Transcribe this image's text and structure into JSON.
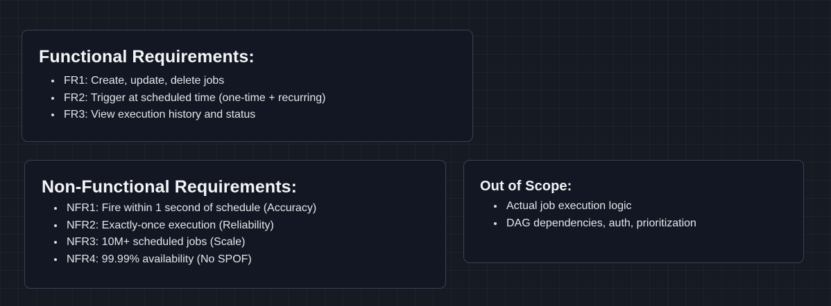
{
  "functional": {
    "title": "Functional Requirements:",
    "items": [
      "FR1: Create, update, delete jobs",
      "FR2: Trigger at scheduled time (one-time + recurring)",
      "FR3: View execution history and status"
    ]
  },
  "nonfunctional": {
    "title": "Non-Functional Requirements:",
    "items": [
      "NFR1: Fire within 1 second of schedule (Accuracy)",
      "NFR2: Exactly-once execution (Reliability)",
      "NFR3: 10M+ scheduled jobs (Scale)",
      "NFR4: 99.99% availability (No SPOF)"
    ]
  },
  "out_of_scope": {
    "title": "Out of Scope:",
    "items": [
      "Actual job execution logic",
      "DAG dependencies, auth, prioritization"
    ]
  }
}
